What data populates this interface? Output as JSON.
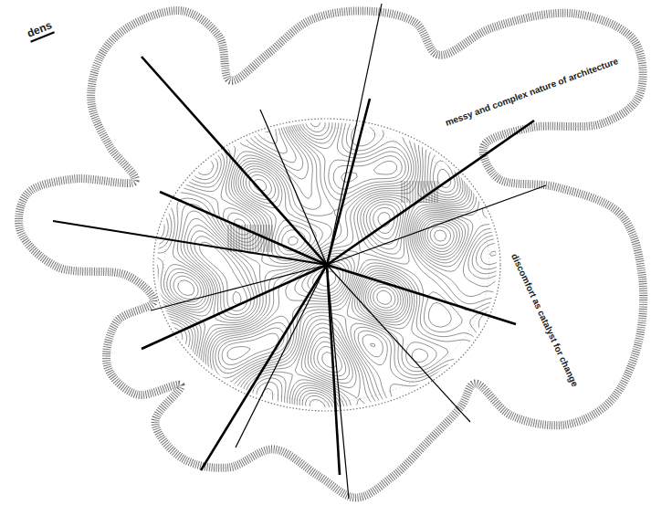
{
  "diagram": {
    "labels": [
      "dens",
      "messy and complex nature of architecture",
      "discomfort as catalyst for change"
    ]
  }
}
